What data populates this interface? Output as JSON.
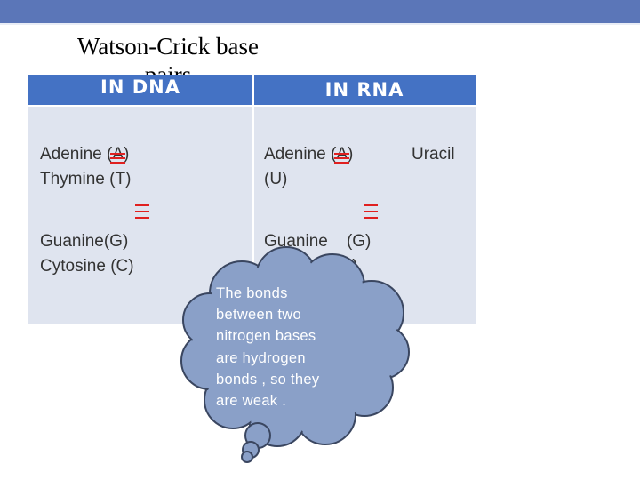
{
  "slide": {
    "title": "Watson-Crick base pairs"
  },
  "table": {
    "headers": [
      "IN DNA",
      "IN RNA"
    ],
    "dna": {
      "pair1_line1": "Adenine (",
      "pair1_letter": "A",
      "pair1_close": ")",
      "pair1_line2": "Thymine (T)",
      "pair2_line1": "Guanine(G)",
      "pair2_line2": "Cytosine (C)"
    },
    "rna": {
      "pair1_line1": "Adenine (",
      "pair1_letter": "A",
      "pair1_close": ")",
      "pair1_partner": "Uracil",
      "pair1_line2": "(U)",
      "pair2_line1": "Guanine    (G)",
      "pair2_line2": "Cytosine (C)"
    }
  },
  "callout": {
    "text_lines": [
      "The bonds",
      "between two",
      "nitrogen bases",
      "are hydrogen",
      "bonds , so they",
      "are weak ."
    ]
  },
  "colors": {
    "top_bar": "#5b76b8",
    "header": "#4472c4",
    "body": "#dfe4ef",
    "cloud_fill": "#8aa0c8",
    "mark_red": "#e02020"
  }
}
